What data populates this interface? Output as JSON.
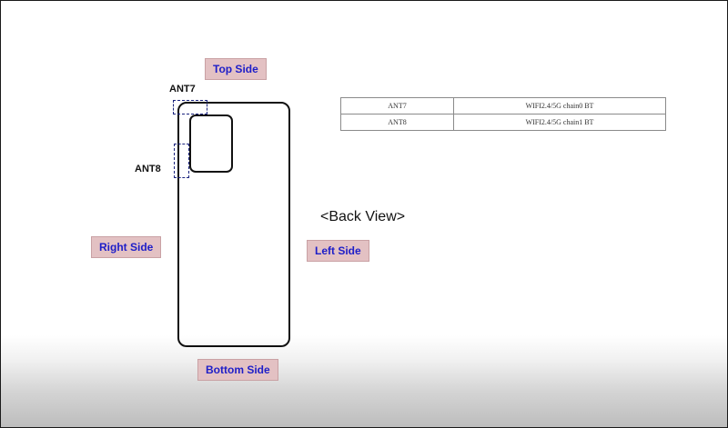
{
  "diagram": {
    "view_title": "<Back View>",
    "sides": {
      "top": "Top Side",
      "bottom": "Bottom Side",
      "right": "Right Side",
      "left": "Left Side"
    },
    "antennas": [
      {
        "label": "ANT7",
        "function": "WIFI2.4/5G chain0 BT"
      },
      {
        "label": "ANT8",
        "function": "WIFI2.4/5G chain1 BT"
      }
    ],
    "colors": {
      "label_background": "#e3c1c3",
      "label_text": "#1e1ec8",
      "antenna_outline": "#1a237e"
    }
  }
}
